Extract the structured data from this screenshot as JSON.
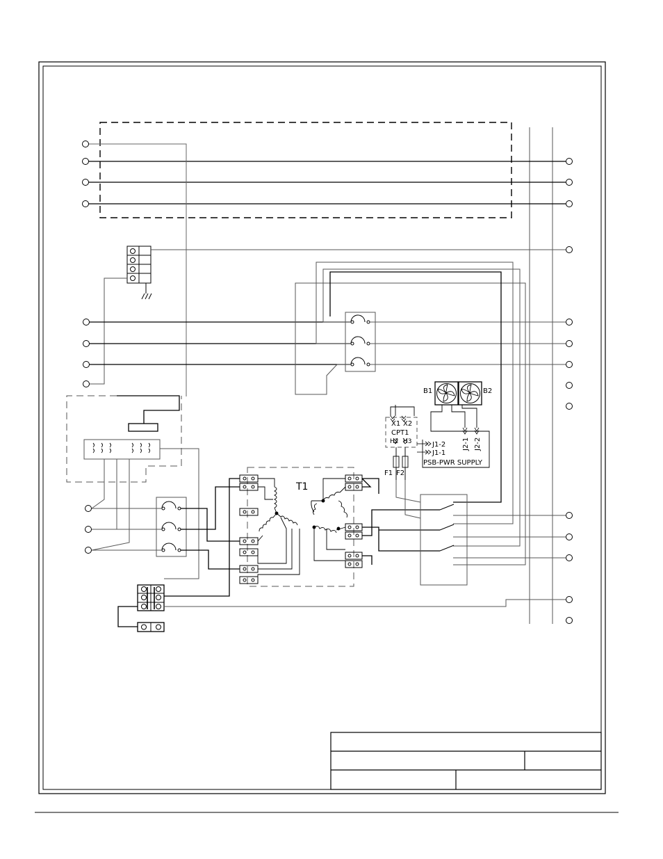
{
  "labels": {
    "transformer": "T1",
    "blower_1": "B1",
    "blower_2": "B2",
    "x1": "X1",
    "x2": "X2",
    "cpt": "CPT1",
    "h2": "H2",
    "h3": "H3",
    "fuse_1": "F1",
    "fuse_2": "F2",
    "j1_2": "J1-2",
    "j1_1": "J1-1",
    "j2_1": "J2-1",
    "j2_2": "J2-2",
    "supply": "PSB-PWR SUPPLY"
  },
  "colors": {
    "line": "#000000",
    "background": "#ffffff"
  }
}
